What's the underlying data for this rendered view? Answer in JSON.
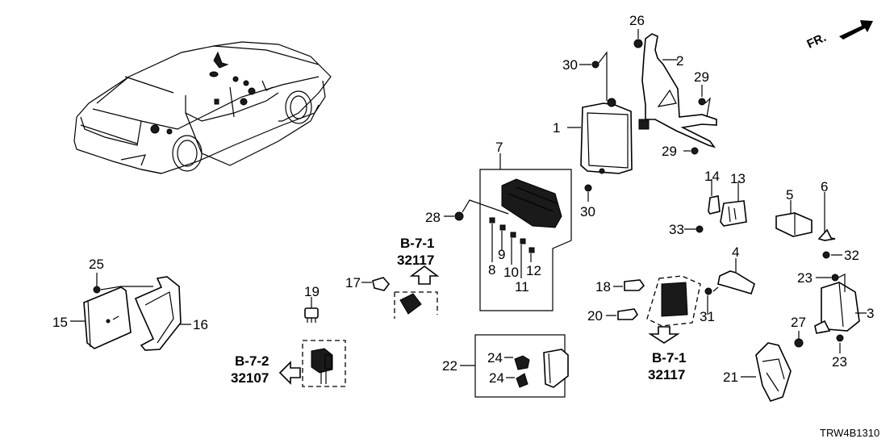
{
  "diagram": {
    "code": "TRW4B1310",
    "direction_label": "FR.",
    "callouts": [
      {
        "id": "c1",
        "label": "1"
      },
      {
        "id": "c2",
        "label": "2"
      },
      {
        "id": "c3",
        "label": "3"
      },
      {
        "id": "c4",
        "label": "4"
      },
      {
        "id": "c5",
        "label": "5"
      },
      {
        "id": "c6",
        "label": "6"
      },
      {
        "id": "c7",
        "label": "7"
      },
      {
        "id": "c8",
        "label": "8"
      },
      {
        "id": "c9",
        "label": "9"
      },
      {
        "id": "c10",
        "label": "10"
      },
      {
        "id": "c11",
        "label": "11"
      },
      {
        "id": "c12",
        "label": "12"
      },
      {
        "id": "c13",
        "label": "13"
      },
      {
        "id": "c14",
        "label": "14"
      },
      {
        "id": "c15",
        "label": "15"
      },
      {
        "id": "c16",
        "label": "16"
      },
      {
        "id": "c17",
        "label": "17"
      },
      {
        "id": "c18",
        "label": "18"
      },
      {
        "id": "c19",
        "label": "19"
      },
      {
        "id": "c20",
        "label": "20"
      },
      {
        "id": "c21",
        "label": "21"
      },
      {
        "id": "c22",
        "label": "22"
      },
      {
        "id": "c23a",
        "label": "23"
      },
      {
        "id": "c23b",
        "label": "23"
      },
      {
        "id": "c24a",
        "label": "24"
      },
      {
        "id": "c24b",
        "label": "24"
      },
      {
        "id": "c25",
        "label": "25"
      },
      {
        "id": "c26",
        "label": "26"
      },
      {
        "id": "c27",
        "label": "27"
      },
      {
        "id": "c28",
        "label": "28"
      },
      {
        "id": "c29a",
        "label": "29"
      },
      {
        "id": "c29b",
        "label": "29"
      },
      {
        "id": "c30a",
        "label": "30"
      },
      {
        "id": "c30b",
        "label": "30"
      },
      {
        "id": "c31",
        "label": "31"
      },
      {
        "id": "c32",
        "label": "32"
      },
      {
        "id": "c33",
        "label": "33"
      }
    ],
    "references": [
      {
        "id": "ref1",
        "section": "B-7-1",
        "part": "32117"
      },
      {
        "id": "ref2",
        "section": "B-7-1",
        "part": "32117"
      },
      {
        "id": "ref3",
        "section": "B-7-2",
        "part": "32107"
      }
    ]
  }
}
